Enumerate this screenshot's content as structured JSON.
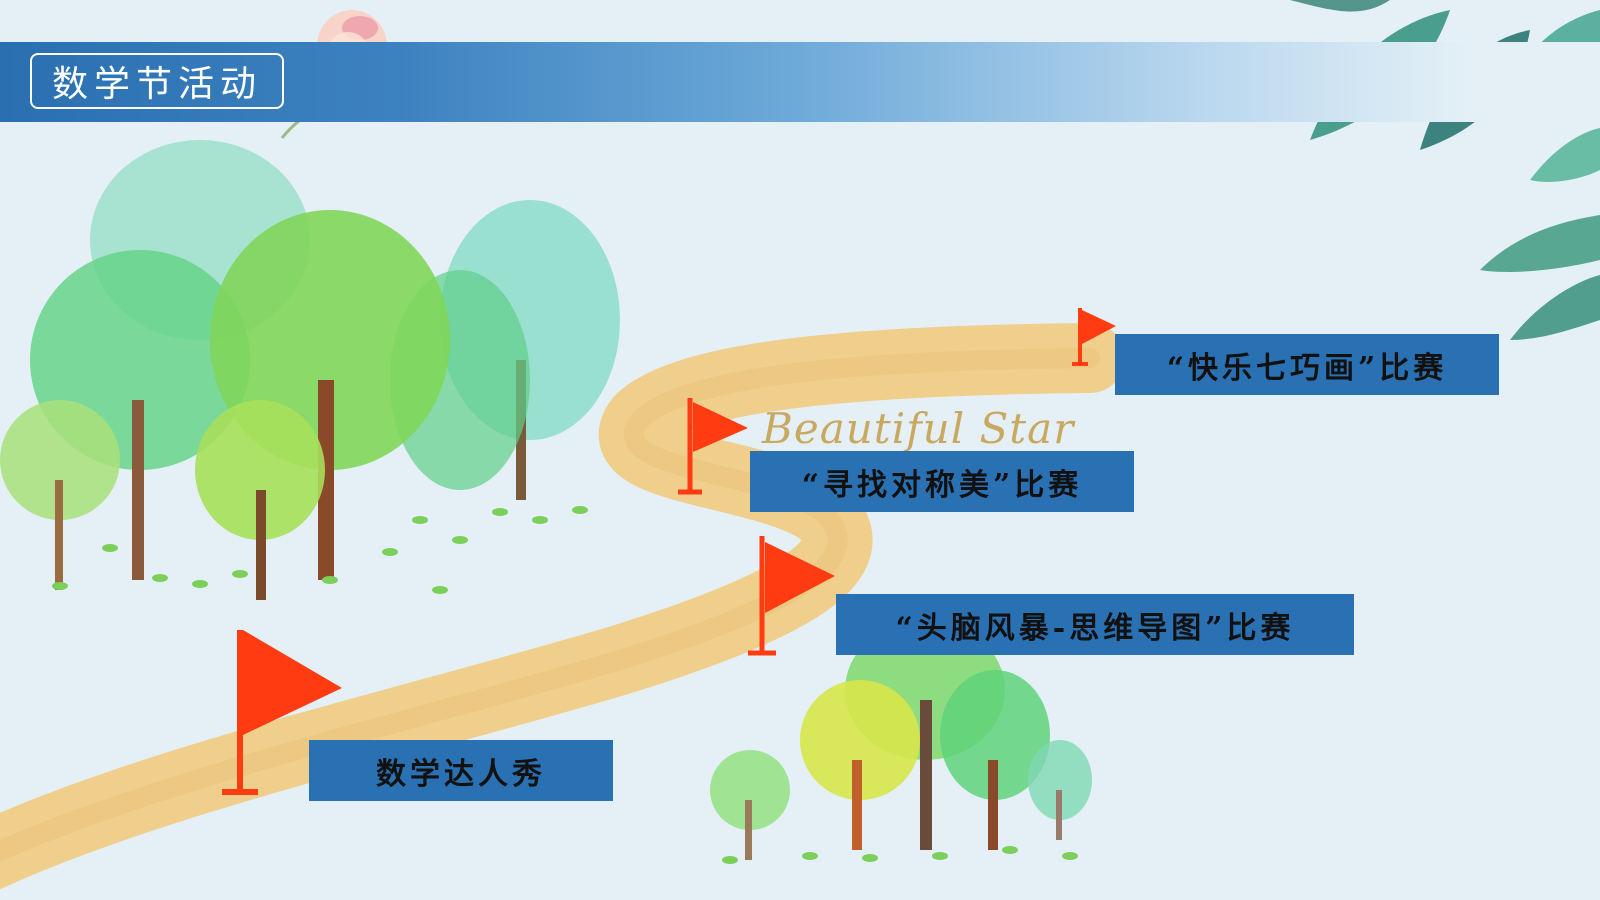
{
  "header": {
    "title": "数学节活动"
  },
  "decor": {
    "script_text": "Beautiful Star"
  },
  "stages": [
    {
      "label": "数学达人秀"
    },
    {
      "label": "“头脑风暴-思维导图”比赛"
    },
    {
      "label": "“寻找对称美”比赛"
    },
    {
      "label": "“快乐七巧画”比赛"
    }
  ],
  "colors": {
    "header_blue": "#2a6fb0",
    "label_blue": "#2a71b4",
    "flag_red": "#ff3b12",
    "path_tan": "#f0cc86",
    "background": "#e4f0f6"
  },
  "icons": [
    "flag-icon",
    "rose-icon",
    "leaf-icon",
    "tree-icon"
  ]
}
